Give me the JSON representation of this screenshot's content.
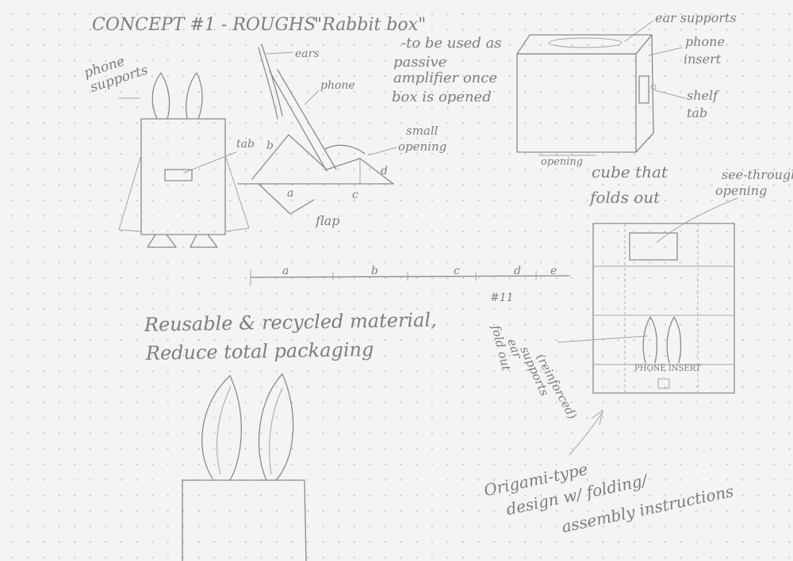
{
  "page": {
    "title": "CONCEPT #1 - ROUGHS",
    "concept_name": "\"Rabbit box\"",
    "passive_note": [
      "-to be used as",
      "passive",
      "amplifier once",
      "box is opened"
    ]
  },
  "rabbit_front": {
    "label_phone_supports": [
      "phone",
      "supports"
    ],
    "label_tab": "tab"
  },
  "phone_stand": {
    "label_ears": "ears",
    "label_phone": "phone",
    "label_small_opening": [
      "small",
      "opening"
    ],
    "label_flap": "flap",
    "letters": [
      "a",
      "b",
      "c",
      "d"
    ]
  },
  "scale_line": {
    "letters": [
      "a",
      "b",
      "c",
      "d",
      "e"
    ],
    "note": "#11"
  },
  "cube": {
    "label_ear_supports": "ear supports",
    "label_phone_insert": [
      "phone",
      "insert"
    ],
    "label_shelf_tab": [
      "shelf",
      "tab"
    ],
    "label_opening": "opening",
    "label_cube_fold": [
      "cube that",
      "folds out"
    ]
  },
  "net": {
    "label_see_through": [
      "see-through",
      "opening"
    ],
    "label_fold_out": [
      "fold out",
      "ear",
      "supports",
      "(reinforced)"
    ],
    "phone_insert_text": "PHONE INSERT"
  },
  "notes": {
    "reusable": [
      "Reusable & recycled material,",
      "Reduce total packaging"
    ],
    "origami": [
      "Origami-type",
      "design w/ folding/",
      "assembly instructions"
    ]
  }
}
